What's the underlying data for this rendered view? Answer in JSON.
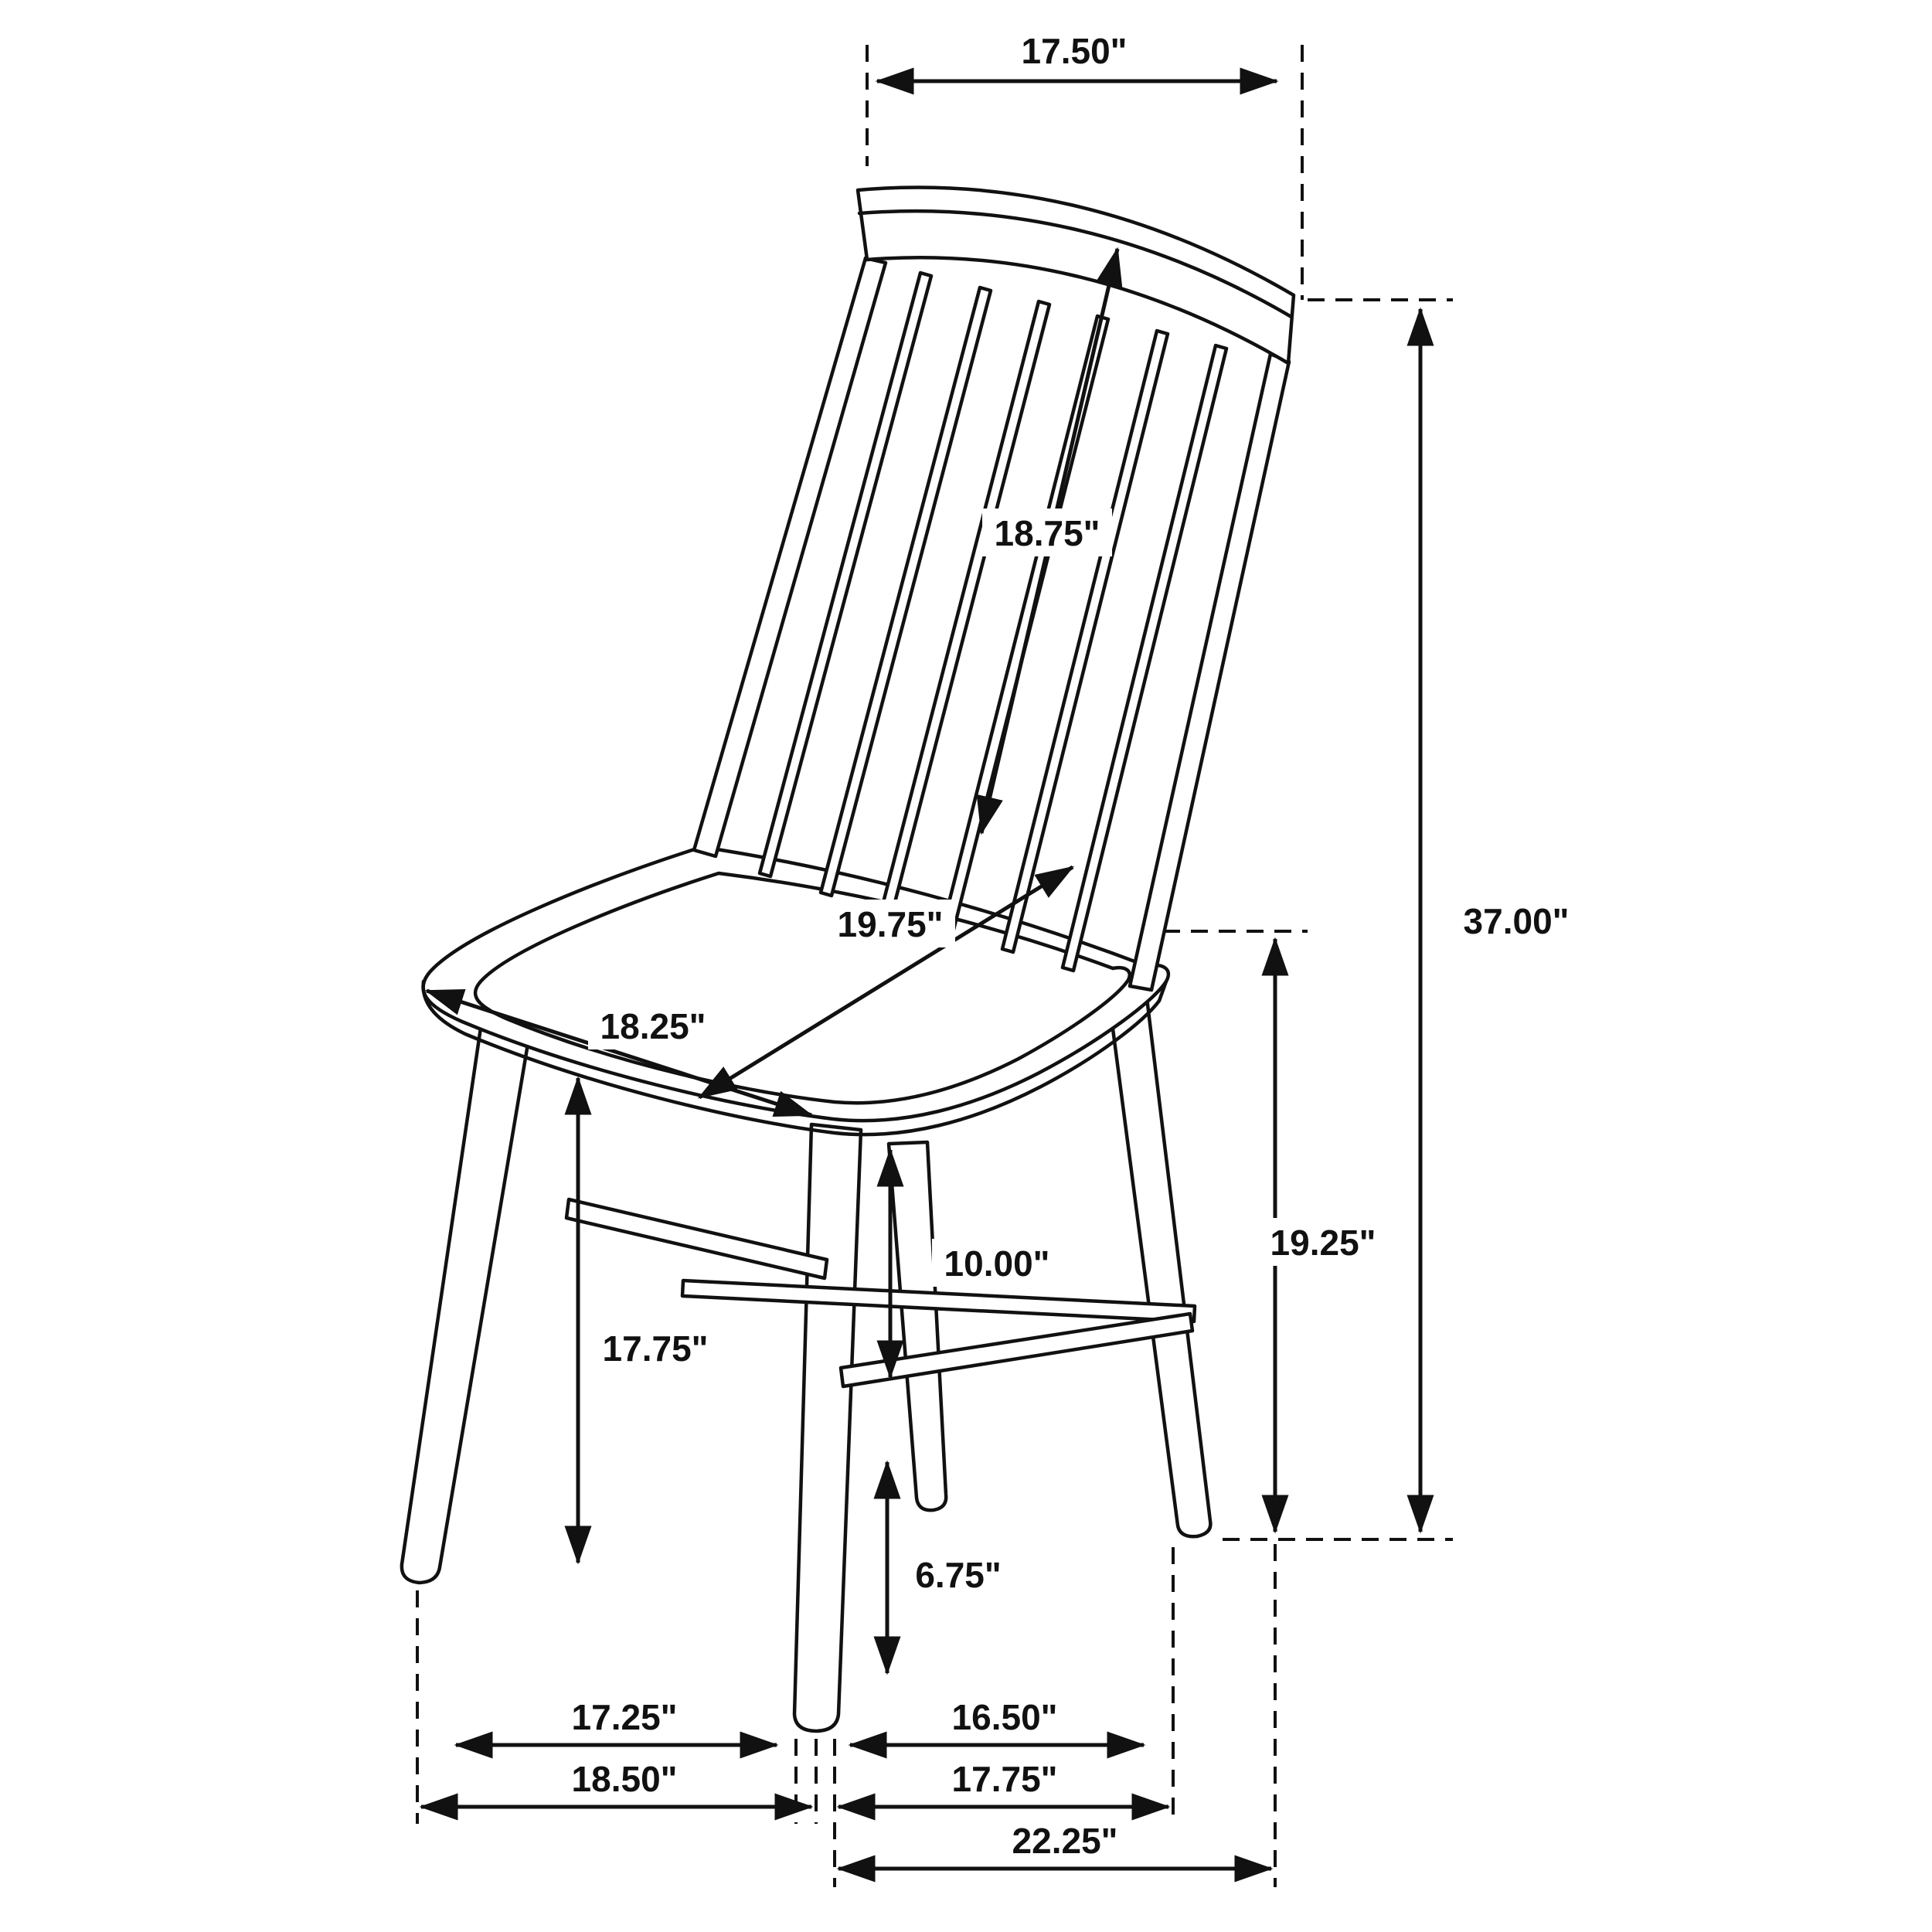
{
  "diagram": {
    "subject": "spindle-back dining chair dimension drawing",
    "unit": "inches",
    "colors": {
      "line": "#111111",
      "background": "#ffffff"
    },
    "dimensions": {
      "back_top_width": "17.50\"",
      "backrest_height": "18.75\"",
      "overall_height": "37.00\"",
      "seat_depth": "19.75\"",
      "seat_width": "18.25\"",
      "seat_height": "19.25\"",
      "seat_to_stretcher": "10.00\"",
      "underseat_clearance": "17.75\"",
      "stretcher_to_floor": "6.75\"",
      "front_legs_inner_width": "17.25\"",
      "side_legs_inner_depth": "16.50\"",
      "front_legs_outer_width": "18.50\"",
      "side_legs_outer_depth": "17.75\"",
      "overall_depth": "22.25\""
    }
  }
}
